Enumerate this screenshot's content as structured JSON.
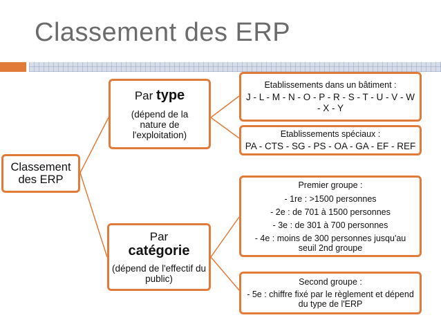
{
  "title": "Classement des ERP",
  "colors": {
    "accent": "#e07b39",
    "title": "#6b6b6b",
    "bar": "#d6dce8"
  },
  "root": {
    "label": "Classement des ERP"
  },
  "type_box": {
    "prefix": "Par ",
    "keyword": "type",
    "note": "(dépend de la nature de l'exploitation)"
  },
  "categorie_box": {
    "prefix": "Par",
    "keyword": "catégorie",
    "note": "(dépend de l'effectif du public)"
  },
  "batiment_box": {
    "heading": "Etablissements dans un bâtiment :",
    "text": "J - L - M - N - O - P - R - S - T - U - V - W - X - Y"
  },
  "speciaux_box": {
    "heading": "Etablissements spéciaux :",
    "text": "PA - CTS - SG - PS - OA - GA - EF - REF"
  },
  "premier_box": {
    "heading": "Premier groupe :",
    "lines": [
      "- 1re : >1500 personnes",
      "- 2e : de 701 à 1500 personnes",
      "- 3e : de 301 à 700 personnes",
      "- 4e : moins de 300 personnes jusqu'au seuil 2nd groupe"
    ]
  },
  "second_box": {
    "heading": "Second groupe :",
    "text": "- 5e : chiffre fixé par le règlement et dépend du type de l'ERP"
  }
}
